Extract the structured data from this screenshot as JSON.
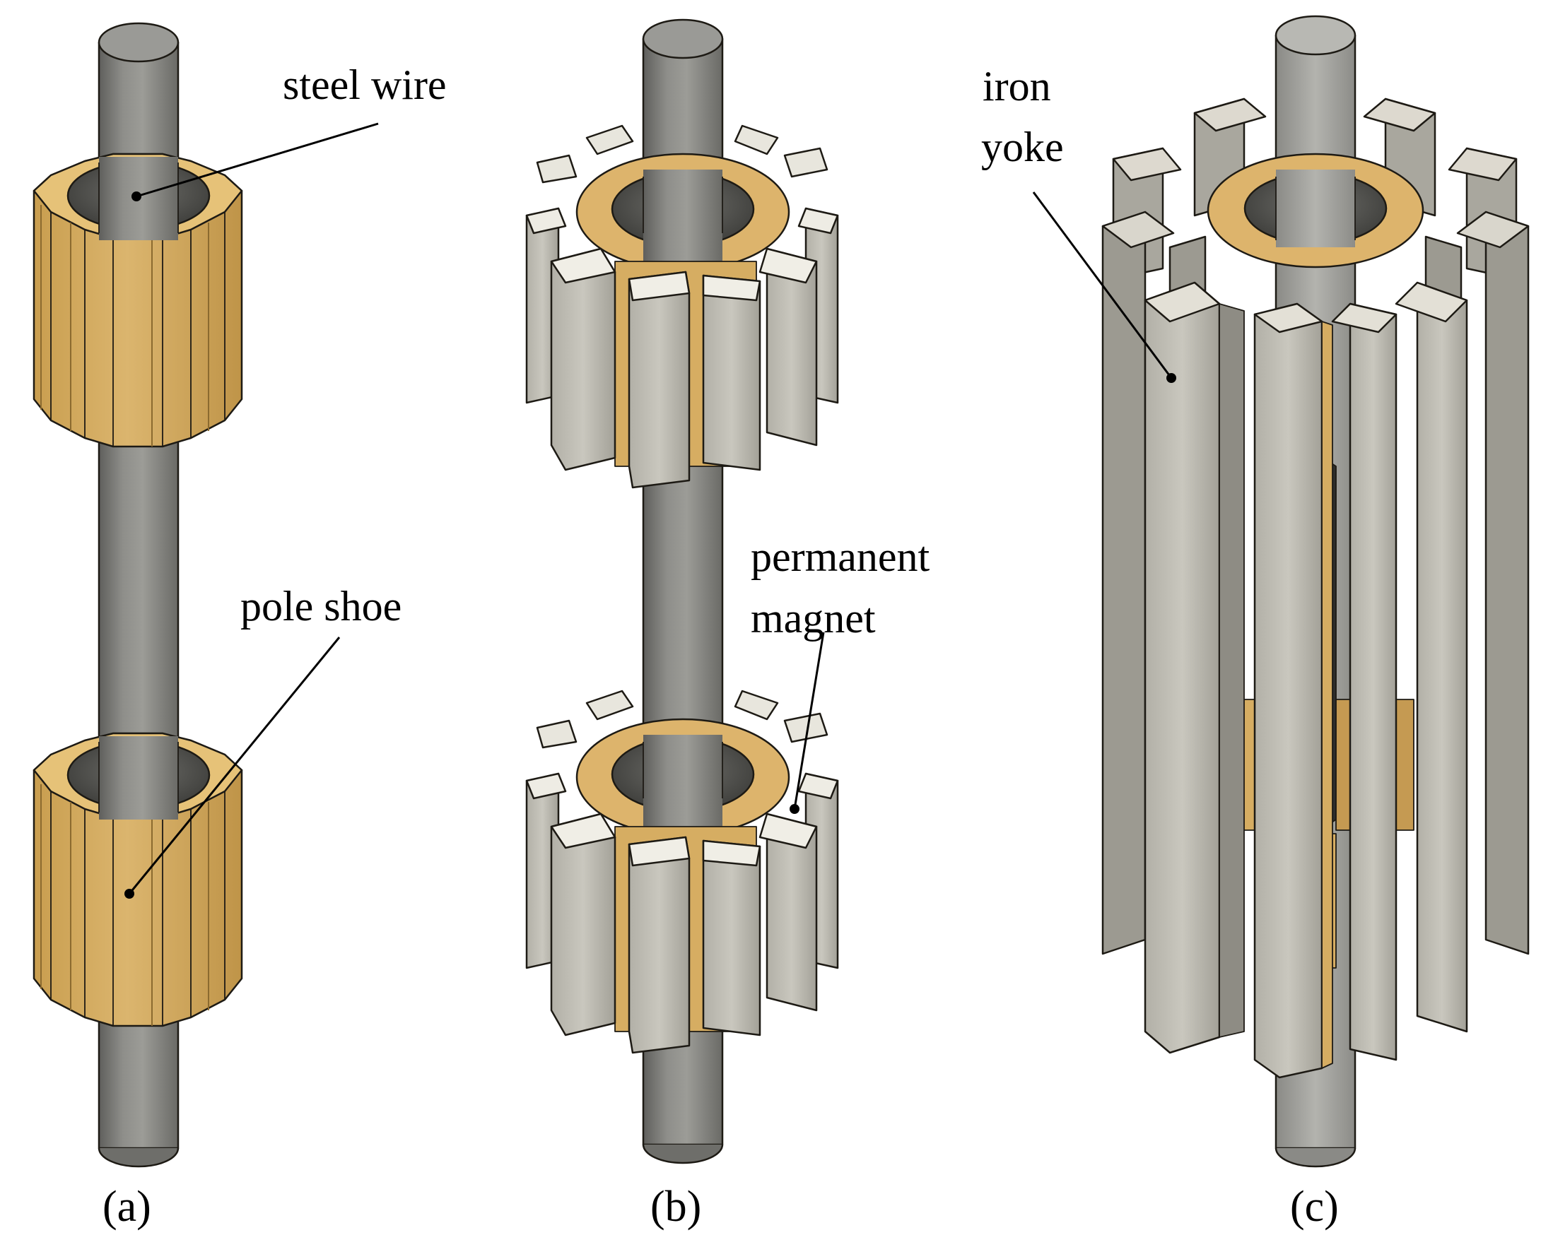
{
  "panels": [
    {
      "id": "a",
      "label": "(a)",
      "callouts": [
        "steel wire",
        "pole shoe"
      ]
    },
    {
      "id": "b",
      "label": "(b)",
      "callouts": [
        "permanent",
        "magnet"
      ]
    },
    {
      "id": "c",
      "label": "(c)",
      "callouts": [
        "iron",
        "yoke"
      ]
    }
  ],
  "colors": {
    "steel_wire": "#8a8a86",
    "pole_shoe": "#d9b46a",
    "permanent_magnet": "#d5d3ca",
    "iron_yoke": "#bfbdb4"
  }
}
